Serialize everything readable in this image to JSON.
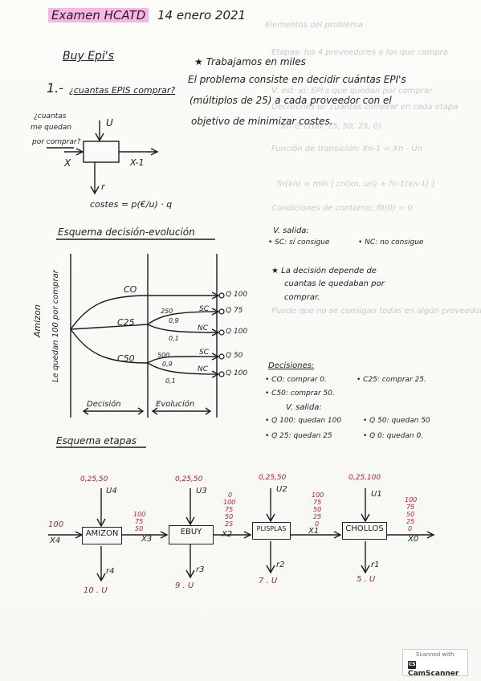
{
  "header": {
    "title": "Examen HCATD",
    "date": "14 enero 2021"
  },
  "section_title": "Buy Epi's",
  "question": {
    "number": "1.-",
    "text": "¿cuantas EPIS comprar?"
  },
  "note": {
    "star_line": "Trabajamos en miles",
    "lines": [
      "El problema consiste en decidir cuántas EPI's",
      "(múltiplos de 25) a cada proveedor con el",
      "objetivo de minimizar costes."
    ]
  },
  "block": {
    "left_label": [
      "¿cuantas",
      "me quedan",
      "por comprar?"
    ],
    "u": "U",
    "x_in": "X",
    "x_out": "X-1",
    "r": "r",
    "cost": "costes = p(€/u) · q"
  },
  "tree": {
    "title": "Esquema decisión-evolución",
    "side_a": "Amizon",
    "side_b": "Le quedan 100 por comprar",
    "decisions": [
      "CO",
      "C25",
      "C50"
    ],
    "labels": [
      "250",
      "0,9",
      "SC",
      "NC",
      "0,1",
      "500",
      "0,9",
      "SC",
      "NC",
      "0,1"
    ],
    "outcomes": [
      "Q 100",
      "Q 75",
      "Q 100",
      "Q 50",
      "Q 100"
    ],
    "footer_left": "Decisión",
    "footer_right": "Evolución"
  },
  "vsalida": {
    "title": "V. salida:",
    "items": [
      "SC: sí consigue",
      "NC: no consigue"
    ]
  },
  "star_note": [
    "La decisión depende de",
    "cuantas le quedaban por",
    "comprar."
  ],
  "decisiones": {
    "title": "Decisiones:",
    "items": [
      "CO: comprar 0.",
      "C25: comprar 25.",
      "C50: comprar 50."
    ]
  },
  "vsalida2": {
    "title": "V. salida:",
    "items": [
      "Q 100: quedan 100",
      "Q 50: quedan 50",
      "Q 25: quedan 25",
      "Q 0: quedan 0."
    ]
  },
  "etapas": {
    "title": "Esquema etapas",
    "input_value": "100",
    "stages": [
      {
        "name": "AMIZON",
        "u_opts": "0,25,50",
        "u": "U4",
        "r": "r4",
        "cost": "10 . U",
        "x": "X4"
      },
      {
        "name": "EBUY",
        "u_opts": "0,25,50",
        "u": "U3",
        "r": "r3",
        "cost": "9 . U",
        "x": "X3"
      },
      {
        "name": "PLISPLAS",
        "u_opts": "0,25,50",
        "u": "U2",
        "r": "r2",
        "cost": "7 . U",
        "x": "X2"
      },
      {
        "name": "CHOLLOS",
        "u_opts": "0,25,100",
        "u": "U1",
        "r": "r1",
        "cost": "5 . U",
        "x": "X1"
      }
    ],
    "x0": "X0",
    "stacks": [
      [
        "100",
        "75",
        "50"
      ],
      [
        "0",
        "100",
        "75",
        "50",
        "25"
      ],
      [
        "100",
        "75",
        "50",
        "25",
        "0"
      ],
      [
        "100",
        "75",
        "50",
        "25",
        "0"
      ]
    ]
  },
  "bleed": [
    "Elementos del problema",
    "Etapas: los 4 proveedores a los que compra",
    "V. est: xi: EPI's que quedan por comprar",
    "Decisiones ui: cuántas comprar en cada etapa",
    "Xn ∈ (100, 75, 50, 25, 0)",
    "Función de transición: Xn-1 = Xn - Un",
    "fn(xn) = mín [ cn(xn, un) + fn-1(xn-1) ]",
    "Condiciones de contorno: f0(0) = 0",
    "Puede que no se consigan todas en algún proveedor"
  ],
  "scanner": {
    "line1": "Scanned with",
    "line2": "CamScanner"
  }
}
